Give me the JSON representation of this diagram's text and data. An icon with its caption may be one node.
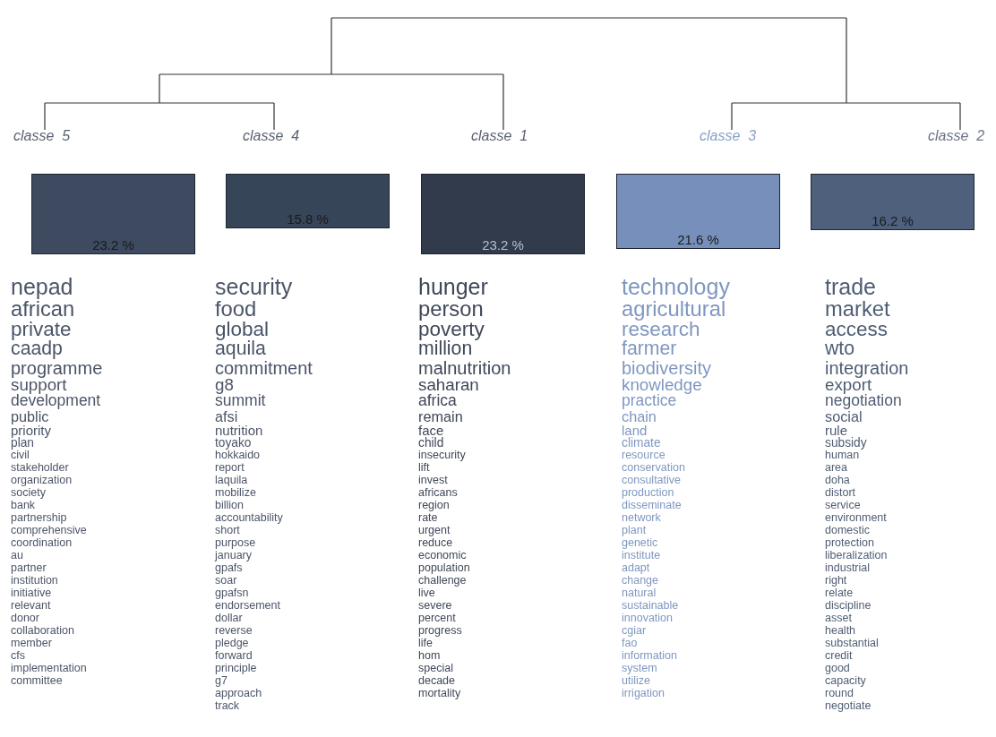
{
  "diagram": {
    "nodes": [
      {
        "text": [
          "classe  5",
          "23.2 %"
        ],
        "beside": [
          "nepad",
          "african",
          "private",
          "caadp",
          "programme",
          "support",
          "development",
          "public",
          "priority",
          "plan",
          "civil",
          "stakeholder",
          "organization",
          "society",
          "bank",
          "partnership",
          "comprehensive",
          "coordination",
          "au",
          "partner",
          "institution",
          "initiative",
          "relevant",
          "donor",
          "collaboration",
          "member",
          "cfs",
          "implementation",
          "committee"
        ]
      },
      {
        "text": [
          "classe  4",
          "15.8 %"
        ],
        "beside": [
          "security",
          "food",
          "global",
          "aquila",
          "commitment",
          "g8",
          "summit",
          "afsi",
          "nutrition",
          "toyako",
          "hokkaido",
          "report",
          "laquila",
          "mobilize",
          "billion",
          "accountability",
          "short",
          "purpose",
          "january",
          "gpafs",
          "soar",
          "gpafsn",
          "endorsement",
          "dollar",
          "reverse",
          "pledge",
          "forward",
          "principle",
          "g7",
          "approach",
          "track"
        ]
      },
      {
        "text": [
          "classe  1",
          "23.2 %"
        ],
        "beside": [
          "hunger",
          "person",
          "poverty",
          "million",
          "malnutrition",
          "saharan",
          "africa",
          "remain",
          "face",
          "child",
          "insecurity",
          "lift",
          "invest",
          "africans",
          "region",
          "rate",
          "urgent",
          "reduce",
          "economic",
          "population",
          "challenge",
          "live",
          "severe",
          "percent",
          "progress",
          "life",
          "hom",
          "special",
          "decade",
          "mortality"
        ]
      },
      {
        "text": [
          "classe  3",
          "21.6 %"
        ],
        "beside": [
          "technology",
          "agricultural",
          "research",
          "farmer",
          "biodiversity",
          "knowledge",
          "practice",
          "chain",
          "land",
          "climate",
          "resource",
          "conservation",
          "consultative",
          "production",
          "disseminate",
          "network",
          "plant",
          "genetic",
          "institute",
          "adapt",
          "change",
          "natural",
          "sustainable",
          "innovation",
          "cgiar",
          "fao",
          "information",
          "system",
          "utilize",
          "irrigation"
        ]
      },
      {
        "text": [
          "classe  2",
          "16.2 %"
        ],
        "beside": [
          "trade",
          "market",
          "access",
          "wto",
          "integration",
          "export",
          "negotiation",
          "social",
          "rule",
          "subsidy",
          "human",
          "area",
          "doha",
          "distort",
          "service",
          "environment",
          "domestic",
          "protection",
          "liberalization",
          "industrial",
          "right",
          "relate",
          "discipline",
          "asset",
          "health",
          "substantial",
          "credit",
          "good",
          "capacity",
          "round",
          "negotiate"
        ]
      }
    ]
  }
}
